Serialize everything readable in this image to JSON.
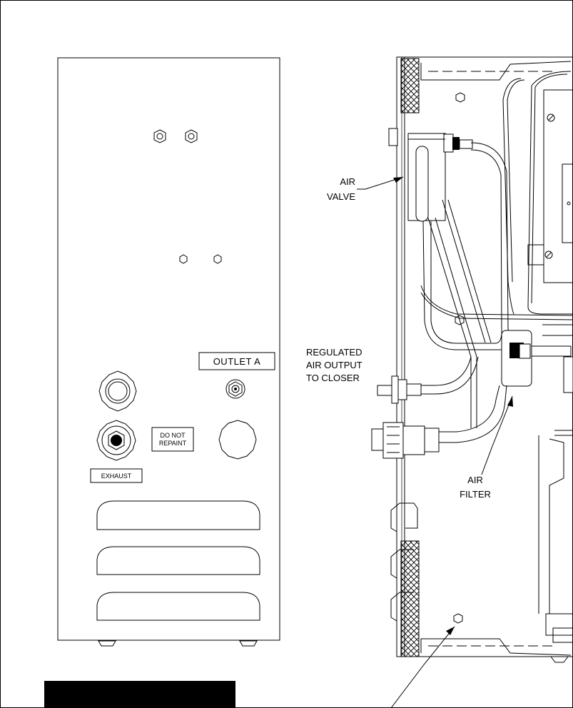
{
  "panel_left": {
    "outlet_label": "OUTLET A",
    "exhaust_label": "EXHAUST",
    "do_not_repaint_line1": "DO NOT",
    "do_not_repaint_line2": "REPAINT"
  },
  "callouts": {
    "air_valve_line1": "AIR",
    "air_valve_line2": "VALVE",
    "regulated_line1": "REGULATED",
    "regulated_line2": "AIR OUTPUT",
    "regulated_line3": "TO CLOSER",
    "air_filter_line1": "AIR",
    "air_filter_line2": "FILTER"
  },
  "colors": {
    "ink": "#000000",
    "paper": "#ffffff"
  }
}
